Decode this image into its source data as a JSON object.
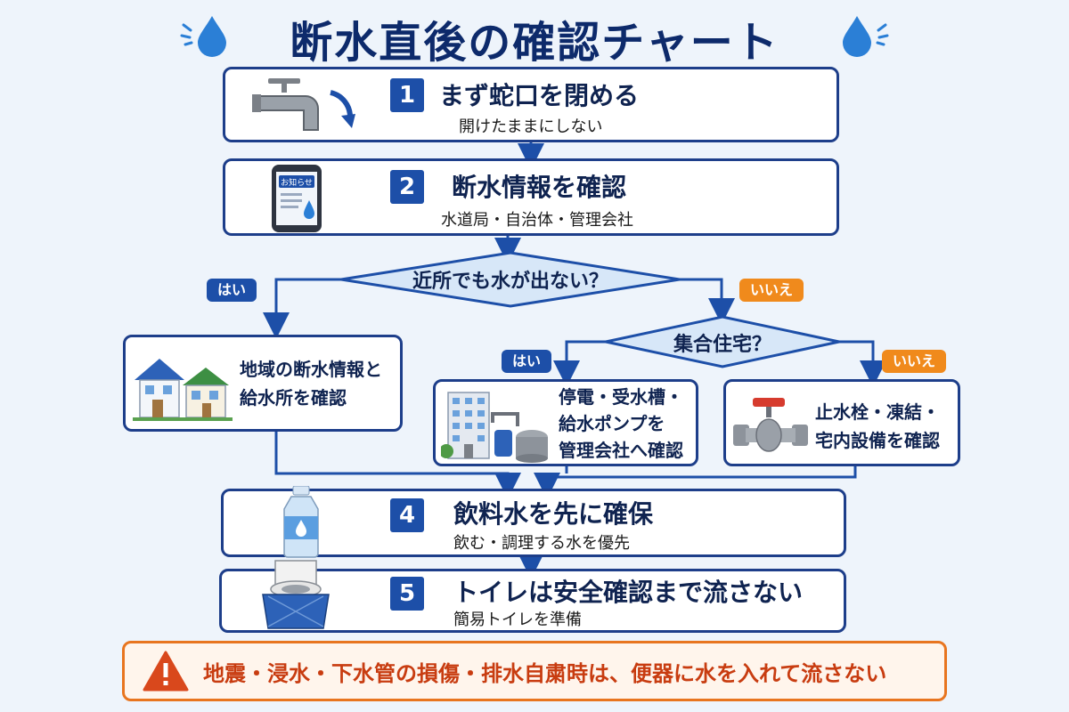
{
  "title": "断水直後の確認チャート",
  "steps": [
    {
      "num": "1",
      "title": "まず蛇口を閉める",
      "sub": "開けたままにしない",
      "icon": "faucet-icon"
    },
    {
      "num": "2",
      "title": "断水情報を確認",
      "sub": "水道局・自治体・管理会社",
      "icon": "phone-notice-icon",
      "phone_label": "お知らせ"
    },
    {
      "num": "4",
      "title": "飲料水を先に確保",
      "sub": "飲む・調理する水を優先",
      "icon": "water-bottle-icon"
    },
    {
      "num": "5",
      "title": "トイレは安全確認まで流さない",
      "sub": "簡易トイレを準備",
      "icon": "portable-toilet-icon"
    }
  ],
  "decision1": {
    "question": "近所でも水が出ない？",
    "yes": "はい",
    "no": "いいえ"
  },
  "decision2": {
    "question": "集合住宅？",
    "yes": "はい",
    "no": "いいえ"
  },
  "branches": {
    "area": {
      "line1": "地域の断水情報と",
      "line2": "給水所を確認",
      "icon": "houses-icon"
    },
    "apartment": {
      "line1": "停電・受水槽・",
      "line2": "給水ポンプを",
      "line3": "管理会社へ確認",
      "icon": "apartment-tank-icon"
    },
    "house": {
      "line1": "止水栓・凍結・",
      "line2": "宅内設備を確認",
      "icon": "valve-icon"
    }
  },
  "warning": {
    "text": "地震・浸水・下水管の損傷・排水自粛時は、便器に水を入れて流さない",
    "icon": "warning-icon"
  },
  "colors": {
    "navy": "#1d3e8a",
    "blue": "#1d4fa8",
    "orange": "#f08a1c",
    "warning_red": "#d9481c"
  }
}
